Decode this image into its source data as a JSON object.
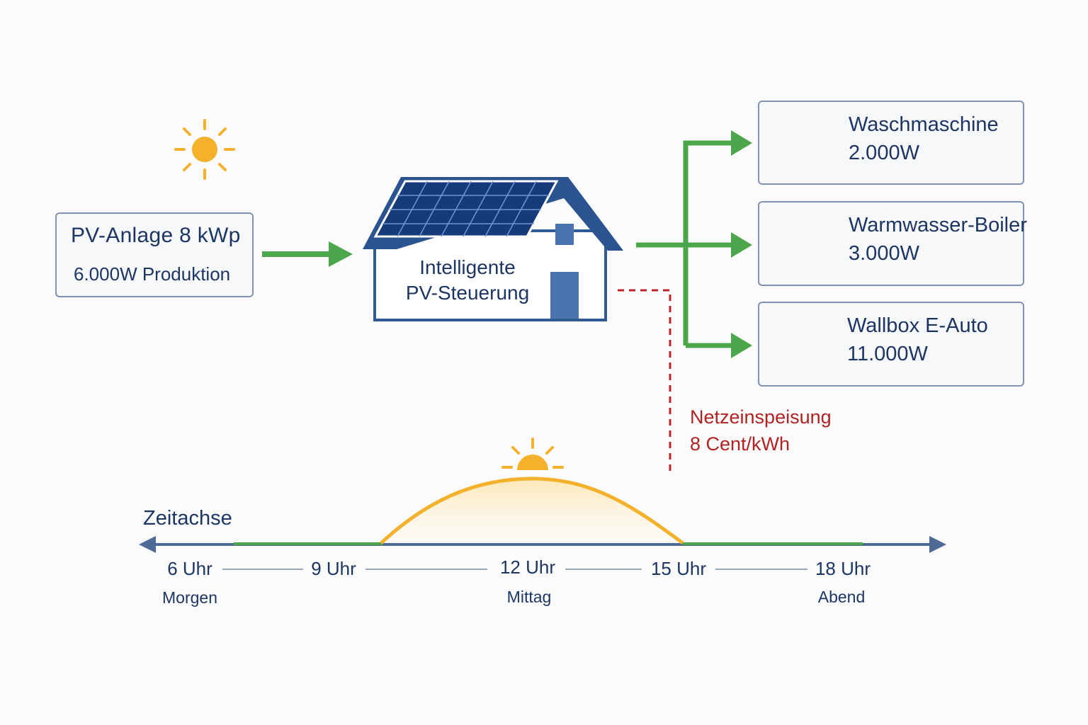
{
  "pv_system": {
    "title": "PV-Anlage  8 kWp",
    "production": "6.000W Produktion"
  },
  "controller": {
    "line1": "Intelligente",
    "line2": "PV-Steuerung"
  },
  "devices": [
    {
      "name": "Waschmaschine",
      "power": "2.000W",
      "icon": "washing-machine-icon"
    },
    {
      "name": "Warmwasser-Boiler",
      "power": "3.000W",
      "icon": "water-heater-icon"
    },
    {
      "name": "Wallbox E-Auto",
      "power": "11.000W",
      "icon": "ev-charger-icon"
    }
  ],
  "grid_feed": {
    "line1": "Netzeinspeisung",
    "line2": "8 Cent/kWh"
  },
  "timeline": {
    "title": "Zeitachse",
    "ticks": [
      {
        "label": "6 Uhr",
        "sub": "Morgen"
      },
      {
        "label": "9 Uhr",
        "sub": ""
      },
      {
        "label": "12 Uhr",
        "sub": "Mittag"
      },
      {
        "label": "15 Uhr",
        "sub": ""
      },
      {
        "label": "18 Uhr",
        "sub": "Abend"
      }
    ]
  },
  "colors": {
    "navy": "#1c3563",
    "green": "#4ca64c",
    "sun": "#f4b12c",
    "red": "#c0232b",
    "box_border": "#7f93b0"
  }
}
